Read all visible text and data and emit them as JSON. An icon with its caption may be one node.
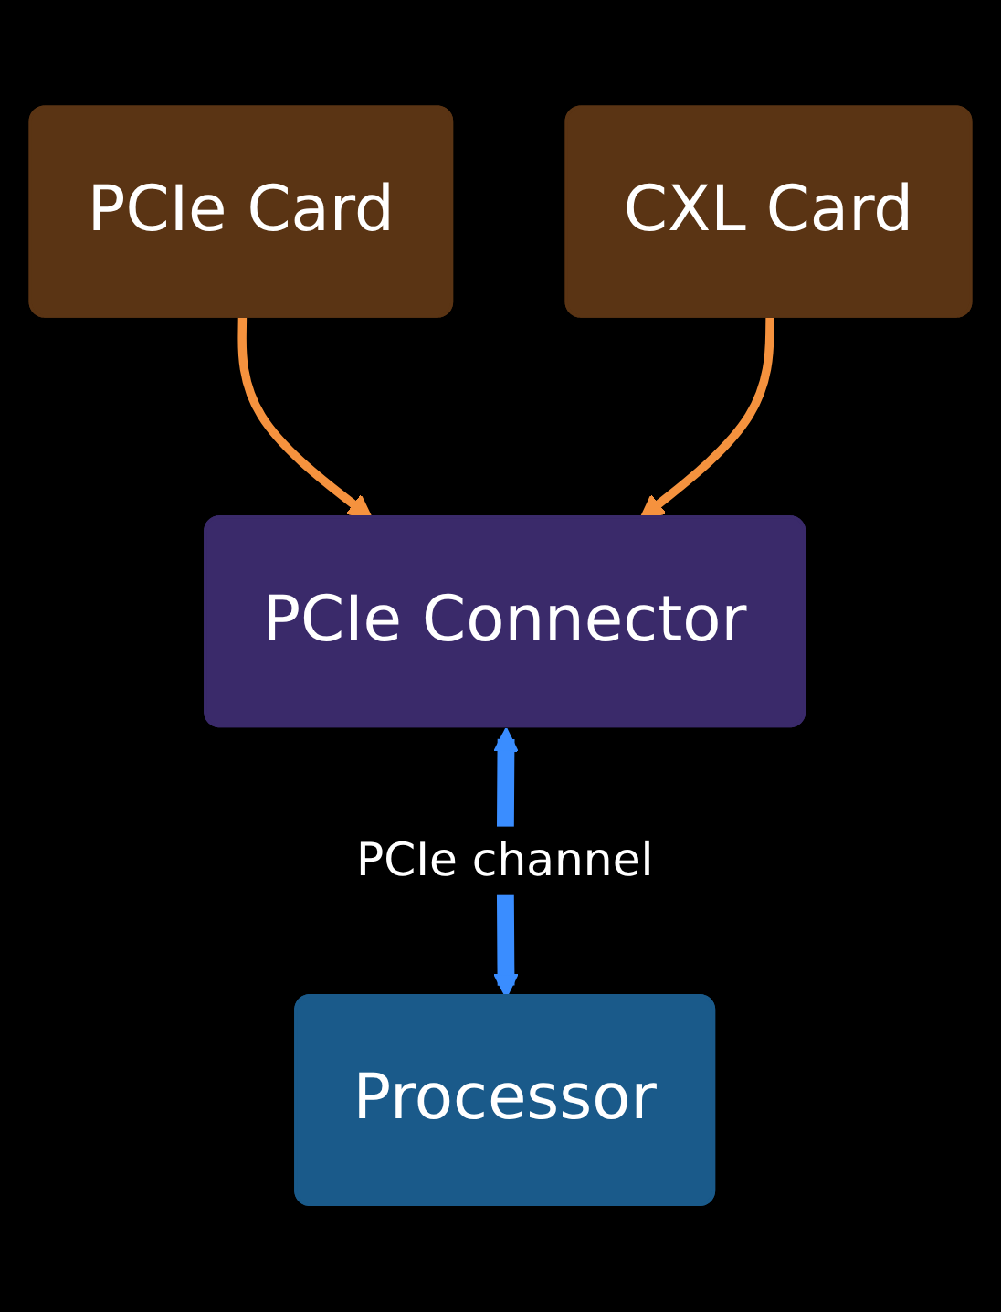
{
  "diagram": {
    "nodes": [
      {
        "text": [
          "PCIe Card"
        ]
      },
      {
        "text": [
          "CXL Card"
        ]
      },
      {
        "text": [
          "PCIe Connector"
        ]
      },
      {
        "text": [
          "Processor"
        ]
      }
    ],
    "edges": [
      {
        "from": 0,
        "to": 2,
        "arrow": "to"
      },
      {
        "from": 1,
        "to": 2,
        "arrow": "to"
      },
      {
        "from": 2,
        "to": 3,
        "arrow": "both",
        "label": "PCIe channel",
        "style": "thick",
        "color": "#3a8dff"
      }
    ]
  }
}
